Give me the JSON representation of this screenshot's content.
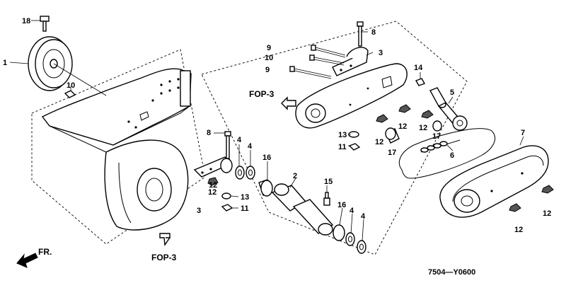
{
  "diagram": {
    "reference_labels": {
      "fop_upper": "FOP-3",
      "fop_lower": "FOP-3",
      "front": "FR.",
      "drawing_code": "7504—Y0600"
    },
    "callouts": {
      "c1": "1",
      "c2": "2",
      "c3a": "3",
      "c3b": "3",
      "c4a": "4",
      "c4b": "4",
      "c4c": "4",
      "c4d": "4",
      "c5": "5",
      "c6": "6",
      "c7": "7",
      "c8a": "8",
      "c8b": "8",
      "c9a": "9",
      "c9b": "9",
      "c10a": "10",
      "c10b": "10",
      "c11a": "11",
      "c11b": "11",
      "c12a": "12",
      "c12b": "12",
      "c12c": "12",
      "c12d": "12",
      "c12e": "12",
      "c12f": "12",
      "c12g": "12",
      "c13a": "13",
      "c13b": "13",
      "c14": "14",
      "c15": "15",
      "c16a": "16",
      "c16b": "16",
      "c17a": "17",
      "c17b": "17",
      "c18": "18"
    }
  }
}
